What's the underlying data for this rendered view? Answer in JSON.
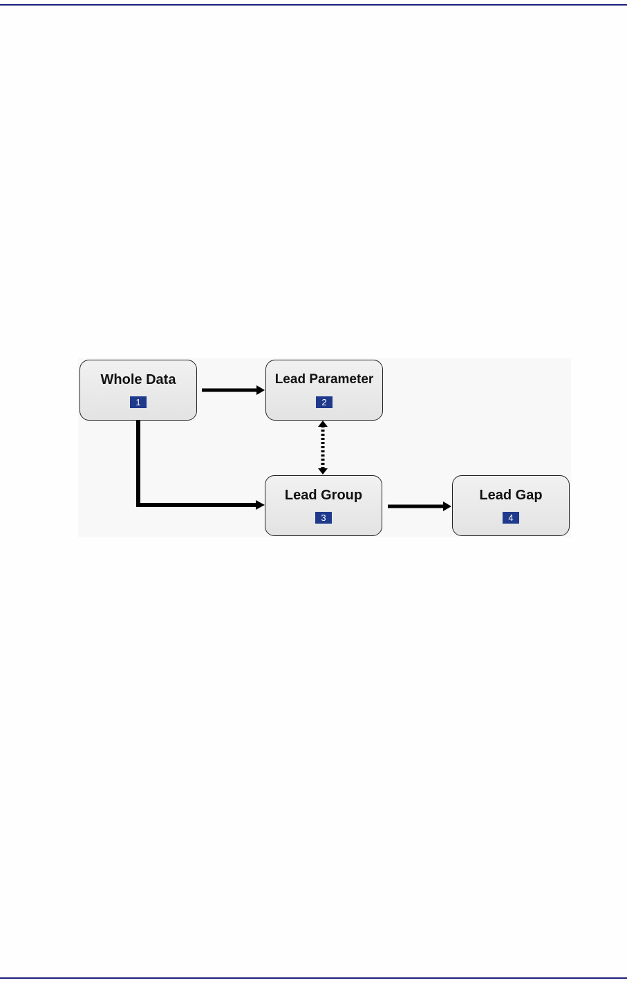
{
  "diagram": {
    "nodes": [
      {
        "label": "Whole Data",
        "badge": "1"
      },
      {
        "label": "Lead Parameter",
        "badge": "2"
      },
      {
        "label": "Lead Group",
        "badge": "3"
      },
      {
        "label": "Lead Gap",
        "badge": "4"
      }
    ],
    "edges": [
      {
        "from": "Whole Data",
        "to": "Lead Parameter",
        "style": "solid"
      },
      {
        "from": "Whole Data",
        "to": "Lead Group",
        "style": "solid"
      },
      {
        "from": "Lead Parameter",
        "to": "Lead Group",
        "style": "dotted",
        "bidirectional": true
      },
      {
        "from": "Lead Group",
        "to": "Lead Gap",
        "style": "solid"
      }
    ],
    "colors": {
      "rule": "#1a1f7a",
      "badge": "#1f3a8c",
      "node_fill": "#e8e8e8",
      "arrow": "#000000"
    }
  }
}
